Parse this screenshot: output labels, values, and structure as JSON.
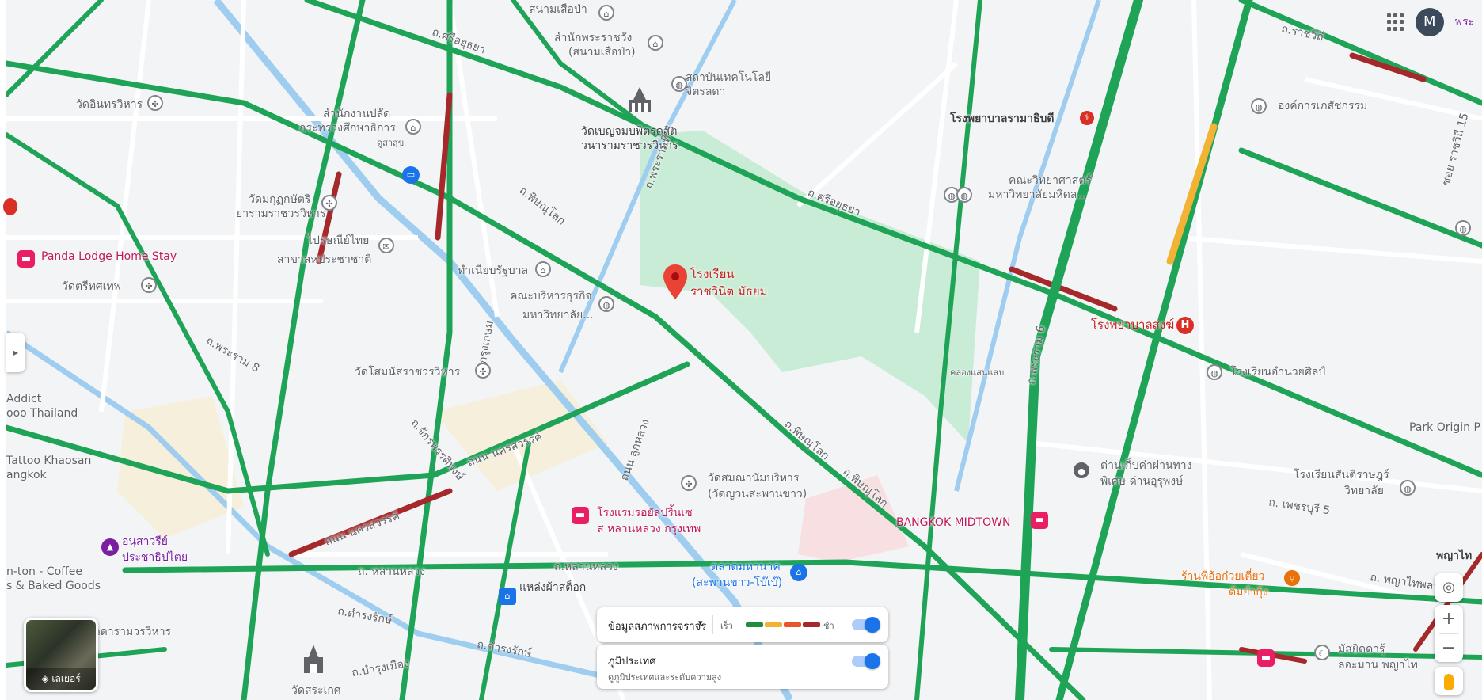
{
  "header": {
    "apps_icon": "apps-grid-icon",
    "avatar_initial": "M",
    "corner_label": "พระ"
  },
  "pin": {
    "name_line1": "โรงเรียน",
    "name_line2": "ราชวินิต มัธยม"
  },
  "labels": {
    "sanam_suea_pa": "สนามเสือป่า",
    "sanak_phra_ratchawang_1": "สำนักพระราชวัง",
    "sanak_phra_ratchawang_2": "(สนามเสือป่า)",
    "institute_1": "สถาบันเทคโนโลยี",
    "institute_2": "จิตรลดา",
    "wat_benchamabophit_1": "วัดเบญจมบพิตรดุสิต",
    "wat_benchamabophit_2": "วนารามราชวรวิหาร",
    "ramathibodi": "โรงพยาบาลรามาธิบดี",
    "org_pharma": "องค์การเภสัชกรรม",
    "science_faculty_1": "คณะวิทยาศาสตร์",
    "science_faculty_2": "มหาวิทยาลัยมหิดล...",
    "office_perm_sec_1": "สำนักงานปลัด",
    "office_perm_sec_2": "กระทรวงศึกษาธิการ",
    "office_perm_sec_3": "ดูสาสุข",
    "wat_intharawihan": "วัดอินทรวิหาร",
    "wat_makut_1": "วัดมกุฏกษัตริ",
    "wat_makut_2": "ยารามราชวรวิหาร",
    "post_office_1": "ไปรษณีย์ไทย",
    "post_office_2": "สาขาสหประชาชาติ",
    "panda_lodge": "Panda Lodge Home Stay",
    "wat_trithotsathep": "วัดตรีทศเทพ",
    "government_house": "ทำเนียบรัฐบาล",
    "business_faculty_1": "คณะบริหารธุรกิจ",
    "business_faculty_2": "มหาวิทยาลัย...",
    "wat_sommanat": "วัดโสมนัสราชวรวิหาร",
    "hospital_lertsin": "โรงพยาบาลสงฆ์",
    "school_amnuay": "โรงเรียนอำนวยศิลป์",
    "park_origin": "Park Origin P",
    "addict_1": "Addict",
    "addict_2": "ooo Thailand",
    "tattoo_1": "Tattoo Khaosan",
    "tattoo_2": "angkok",
    "toll_1": "ด่านเก็บค่าผ่านทาง",
    "toll_2": "พิเศษ ด่านอุรุพงษ์",
    "school_santirat_1": "โรงเรียนสันติราษฎร์",
    "school_santirat_2": "วิทยาลัย",
    "wat_sommanat_2_1": "วัดสมณานัมบริหาร",
    "wat_sommanat_2_2": "(วัดญวนสะพานขาว)",
    "royal_hotel_1": "โรงแรมรอยัลปริ้นเซ",
    "royal_hotel_2": "ส หลานหลวง กรุงเทพ",
    "bangkok_midtown": "BANGKOK MIDTOWN",
    "democracy_1": "อนุสาวรีย์",
    "democracy_2": "ประชาธิปไตย",
    "coffee_1": "n-ton - Coffee",
    "coffee_2": "s & Baked Goods",
    "market_1": "ตลาดมหานาค",
    "market_2": "(สะพานขาว-โบ๊เบ๊)",
    "noodle_1": "ร้านพี่อ้อก๋วยเตี๋ยว",
    "noodle_2": "ต้มยำกุ้ง",
    "mosque_1": "มัสยิดดารุ้",
    "mosque_2": "ลอะมาน พญาไท",
    "phaya_thai": "พญาไท",
    "fabric_shop": "แหล่งผ้าสต็อก",
    "wat_ratchanatda": "นัดดารามวรวิหาร",
    "wat_saket": "วัดสระเกศ",
    "klong_saen_saep": "คลองแสนแสบ"
  },
  "roads": {
    "si_ayutthaya_1": "ถ.ศรีอยุธยา",
    "si_ayutthaya_2": "ถ.ศรีอยุธยา",
    "phitsanulok_1": "ถ.พิษณุโลก",
    "phitsanulok_2": "ถ.พิษณุโลก",
    "phitsanulok_3": "ถ.พิษณุโลก",
    "nakhon_sawan_1": "ถนน นครสวรรค์",
    "nakhon_sawan_2": "ถนน นครสวรรค์",
    "lan_luang_1": "ถ. หลานหลวง",
    "lan_luang_2": "ถ.หลานหลวง",
    "lukluang": "ถนน ลูกหลวง",
    "rama_6": "ถ.พระราม 6",
    "phetchaburi": "ถ. เพชรบุรี 5",
    "phaya_thai_road": "ถ. พญาไทพลาซ",
    "ratchawithi": "ถ.ราชวิถี",
    "rama_5": "ถ.พระรามที่ 5",
    "chakkaphat": "ถ.จักรพรรดิพงษ์",
    "krung_kasem": "ถ.กรุงเกษม",
    "damrongrak_1": "ถ.ดำรงรักษ์",
    "damrongrak_2": "ถ.ดำรงรักษ์",
    "bamrung_muang": "ถ.บำรุงเมือง",
    "soi_1": "ซอย ราชวิถี 15",
    "rama_8": "ถ.พระราม 8"
  },
  "traffic_panel": {
    "label": "ข้อมูลสภาพการจราจร",
    "fast_label": "เร็ว",
    "slow_label": "ช้า",
    "enabled": true,
    "colors": [
      "#1e8e3e",
      "#f2b234",
      "#e8542c",
      "#a5292a"
    ]
  },
  "terrain_panel": {
    "title": "ภูมิประเทศ",
    "subtitle": "ดูภูมิประเทศและระดับความสูง",
    "enabled": true
  },
  "layers": {
    "label": "เลเยอร์",
    "icon": "layers-icon"
  },
  "controls": {
    "zoom_in": "+",
    "zoom_out": "−",
    "location_icon": "my-location-icon",
    "pegman_icon": "street-view-pegman-icon"
  },
  "colors": {
    "road_traffic_green": "#1fa356",
    "road_traffic_yellow": "#f2b234",
    "road_traffic_red": "#a5292a",
    "canal_blue": "#9ecdf0",
    "park_green": "#c9ecd6",
    "accent_blue": "#1a73e8"
  }
}
